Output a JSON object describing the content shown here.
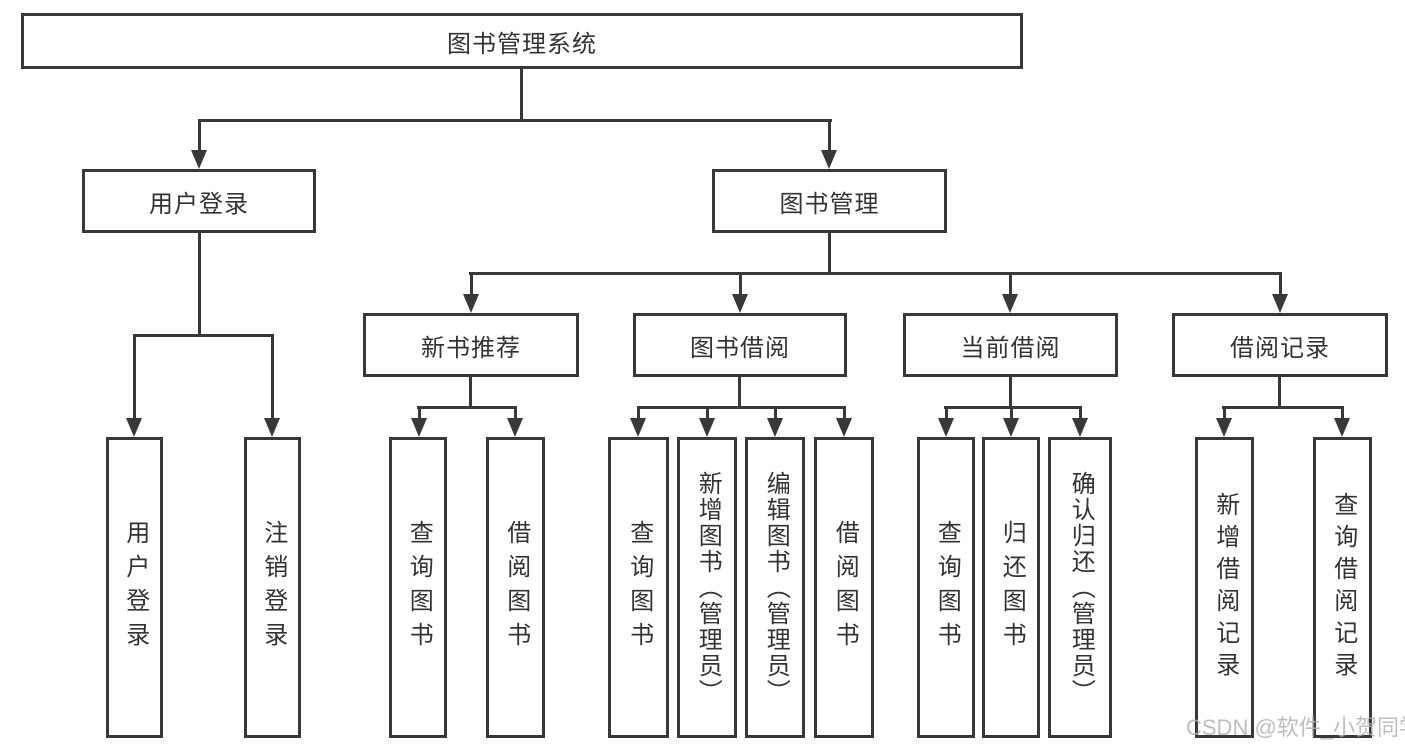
{
  "tree": {
    "label": "图书管理系统",
    "children": [
      {
        "label": "用户登录",
        "children": [
          {
            "label": "用户登录"
          },
          {
            "label": "注销登录"
          }
        ]
      },
      {
        "label": "图书管理",
        "children": [
          {
            "label": "新书推荐",
            "children": [
              {
                "label": "查询图书"
              },
              {
                "label": "借阅图书"
              }
            ]
          },
          {
            "label": "图书借阅",
            "children": [
              {
                "label": "查询图书"
              },
              {
                "label": "新增图书（管理员）"
              },
              {
                "label": "编辑图书（管理员）"
              },
              {
                "label": "借阅图书"
              }
            ]
          },
          {
            "label": "当前借阅",
            "children": [
              {
                "label": "查询图书"
              },
              {
                "label": "归还图书"
              },
              {
                "label": "确认归还（管理员）"
              }
            ]
          },
          {
            "label": "借阅记录",
            "children": [
              {
                "label": "新增借阅记录"
              },
              {
                "label": "查询借阅记录"
              }
            ]
          }
        ]
      }
    ]
  },
  "watermark": {
    "text": "CSDN @软件_小贺同学"
  },
  "colors": {
    "line": "#383838",
    "box_background": "#ffffff",
    "text": "#333333",
    "watermark": "#b3b3b3"
  }
}
